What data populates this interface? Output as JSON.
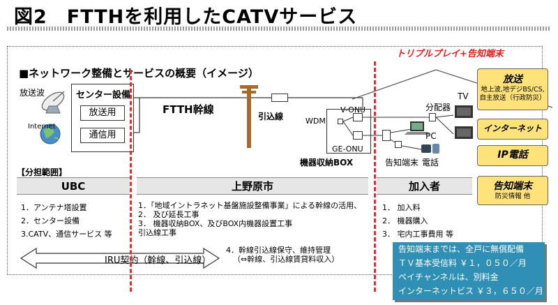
{
  "title": "図2　FTTHを利用したCATVサービス",
  "triple_play": "トリプルプレイ+告知端末",
  "overview": "■ネットワーク整備とサービスの概要（イメージ）",
  "labels": {
    "broadcast_wave": "放送波",
    "internet": "Internet",
    "center": "センター設備",
    "broadcast_use": "放送用",
    "communication_use": "通信用",
    "ftth_trunk": "FTTH幹線",
    "drop_line": "引込線",
    "wdm": "WDM",
    "v_onu": "V-ONU",
    "ge_onu": "GE-ONU",
    "box": "機器収納BOX",
    "splitter": "分配器",
    "tv": "TV",
    "pc": "PC",
    "notice_terminal": "告知端末",
    "phone": "電話"
  },
  "burden_title": "【分担範囲】",
  "columns": {
    "ubc": {
      "header": "UBC",
      "items": [
        "1．アンテナ塔設置",
        "2．センター設備",
        "3.CATV、通信サービス 等"
      ]
    },
    "city": {
      "header": "上野原市",
      "items": [
        "1．「地域イントラネット基盤施設整備事業」による幹線の活用、",
        "2．  及び延長工事",
        "3．  機器収納BOX、及びBOX内機器設置工事",
        "      引込線工事"
      ],
      "item4": [
        "4．幹線引込線保守、維持管理",
        "（⇔幹線、引込線賃貸料収入）"
      ]
    },
    "subscriber": {
      "header": "加入者",
      "items": [
        "1．  加入料",
        "2．  機器購入",
        "3．  宅内工事費用  等"
      ]
    }
  },
  "iru": "IRU契約（幹線、引込線）",
  "notice": [
    "告知端末までは、全戸に無償配備",
    "ＴＶ基本受信料  ￥１，０５０／月",
    "ペイチャンネルは、別料金",
    "インターネットビス  ￥３，６５０／月"
  ],
  "services": [
    {
      "title": "放送",
      "sub": "地上波,地デジBS/CS,自主放送（行政防災）"
    },
    {
      "title": "インターネット",
      "sub": ""
    },
    {
      "title": "IP電話",
      "sub": ""
    },
    {
      "title": "告知端末",
      "sub": "防災情報 他"
    }
  ],
  "colors": {
    "red": "#e03030",
    "notice_bg": "#2f8fb5",
    "service_bg": "#ffe27a",
    "band_bg": "#e6e6e6"
  }
}
